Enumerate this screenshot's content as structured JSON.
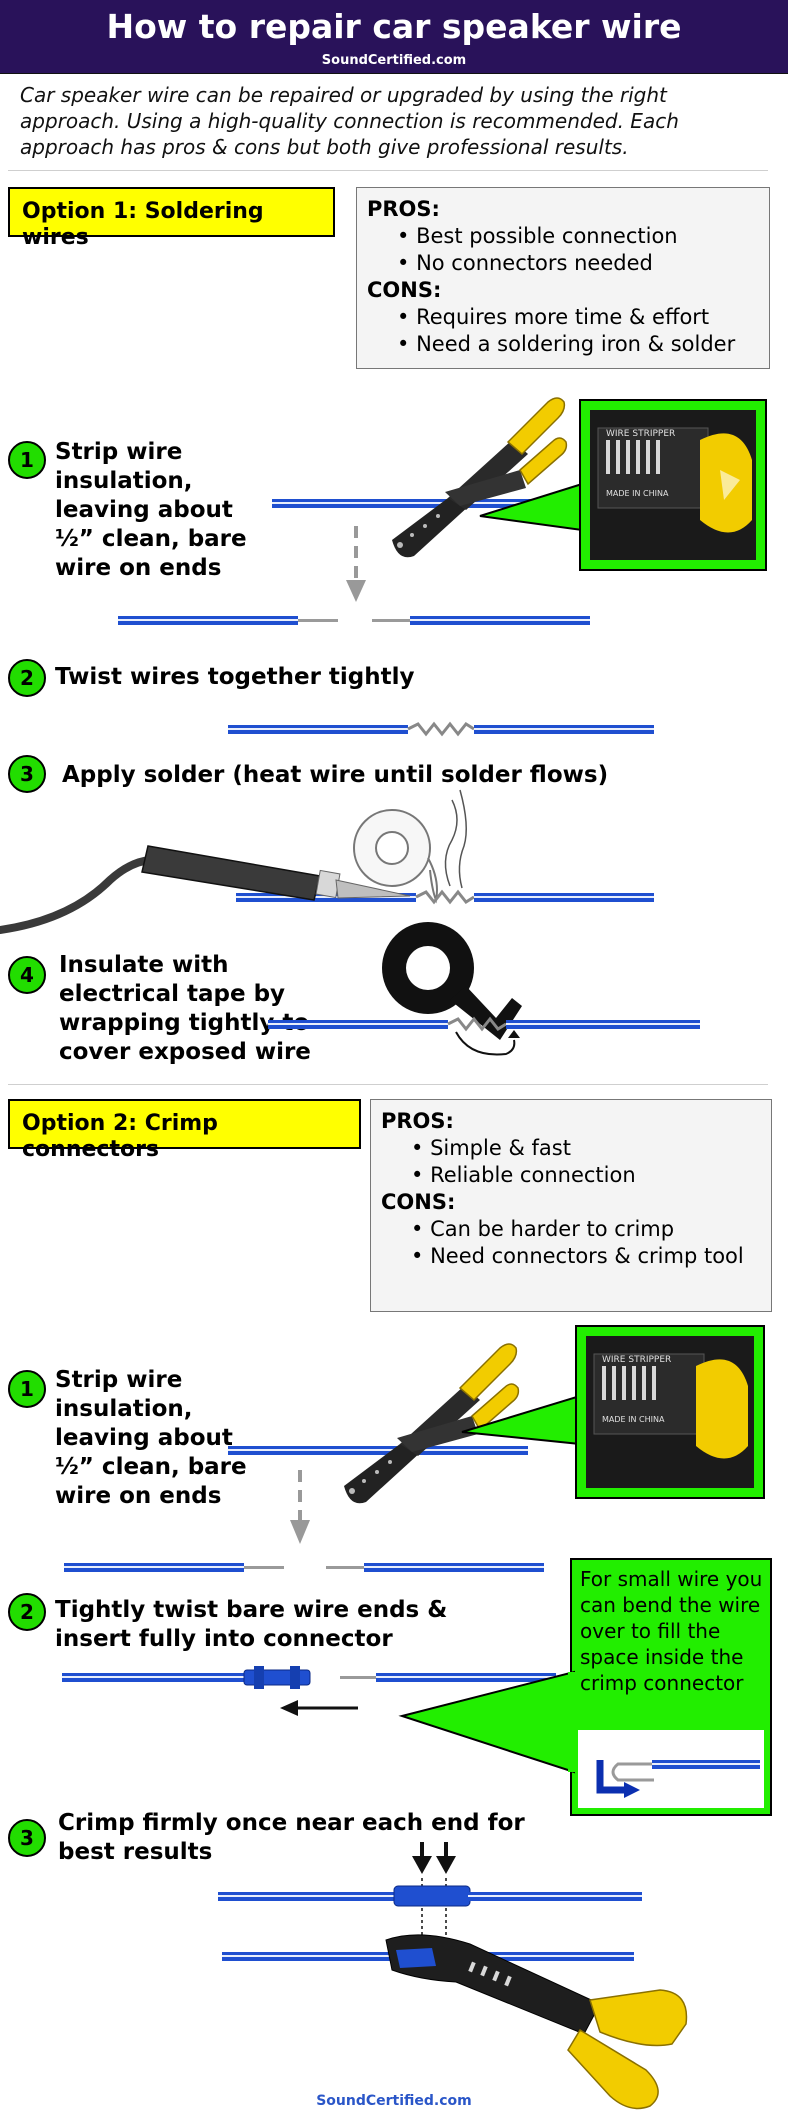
{
  "header": {
    "title": "How to repair car speaker wire",
    "site": "SoundCertified.com"
  },
  "intro": "Car speaker wire can be repaired or upgraded by using the right approach. Using a high-quality connection is recommended. Each approach has pros & cons but both give professional results.",
  "option1": {
    "label": "Option 1: Soldering wires",
    "pros_label": "PROS:",
    "pros": [
      "Best possible connection",
      "No connectors needed"
    ],
    "cons_label": "CONS:",
    "cons": [
      "Requires more time & effort",
      "Need a soldering iron & solder"
    ],
    "steps": [
      {
        "num": "1",
        "text": "Strip wire insulation, leaving about ½” clean, bare wire on ends"
      },
      {
        "num": "2",
        "text": "Twist wires together tightly"
      },
      {
        "num": "3",
        "text": "Apply solder (heat wire until solder flows)"
      },
      {
        "num": "4",
        "text": "Insulate with electrical tape by wrapping tightly to cover exposed wire"
      }
    ],
    "stripper_photo_text": "WIRE STRIPPER",
    "stripper_photo_subtext": "MADE IN CHINA"
  },
  "option2": {
    "label": "Option 2: Crimp connectors",
    "pros_label": "PROS:",
    "pros": [
      "Simple & fast",
      "Reliable connection"
    ],
    "cons_label": "CONS:",
    "cons": [
      "Can be harder to crimp",
      "Need connectors & crimp tool"
    ],
    "steps": [
      {
        "num": "1",
        "text": "Strip wire insulation, leaving about ½” clean, bare wire on ends"
      },
      {
        "num": "2",
        "text": "Tightly twist bare wire ends & insert fully into connector"
      },
      {
        "num": "3",
        "text": "Crimp firmly once near each end for best results"
      }
    ],
    "tip": "For small wire you can bend the wire over to fill the space inside the crimp connector",
    "stripper_photo_text": "WIRE STRIPPER",
    "stripper_photo_subtext": "MADE IN CHINA"
  },
  "footer": {
    "site": "SoundCertified.com"
  },
  "colors": {
    "header_bg": "#29125a",
    "label_bg": "#ffff00",
    "step_badge": "#22dd00",
    "callout_green": "#22ee00",
    "wire_blue": "#1f4fd0",
    "bare_wire": "#9a9a9a",
    "tool_yellow": "#f2cc00",
    "footer_link": "#2a56c8"
  }
}
